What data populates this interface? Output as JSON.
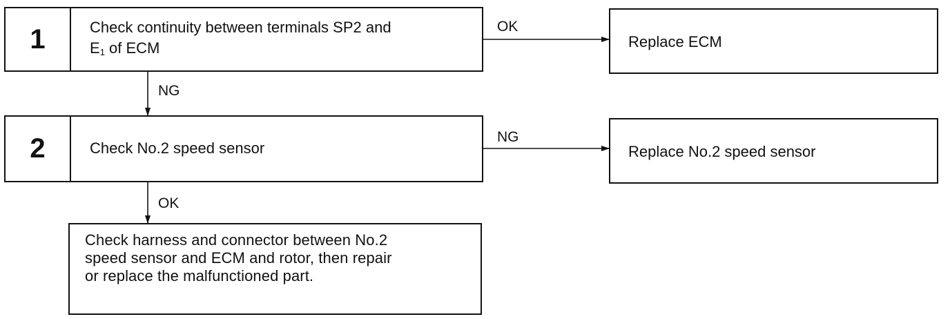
{
  "steps": [
    {
      "number": "1",
      "text_line1": "Check continuity between terminals SP2 and",
      "text_line2_main": "E",
      "text_line2_sub": "1",
      "text_line2_rest": " of ECM"
    },
    {
      "number": "2",
      "text": "Check No.2 speed sensor"
    }
  ],
  "results": {
    "replace_ecm": "Replace ECM",
    "replace_sensor": "Replace No.2 speed sensor"
  },
  "labels": {
    "step1_ok": "OK",
    "step1_ng": "NG",
    "step2_ng": "NG",
    "step2_ok": "OK"
  },
  "final_action": {
    "line1": "Check harness and connector between No.2",
    "line2": "speed sensor and ECM and rotor, then repair",
    "line3": "or replace the malfunctioned part."
  }
}
